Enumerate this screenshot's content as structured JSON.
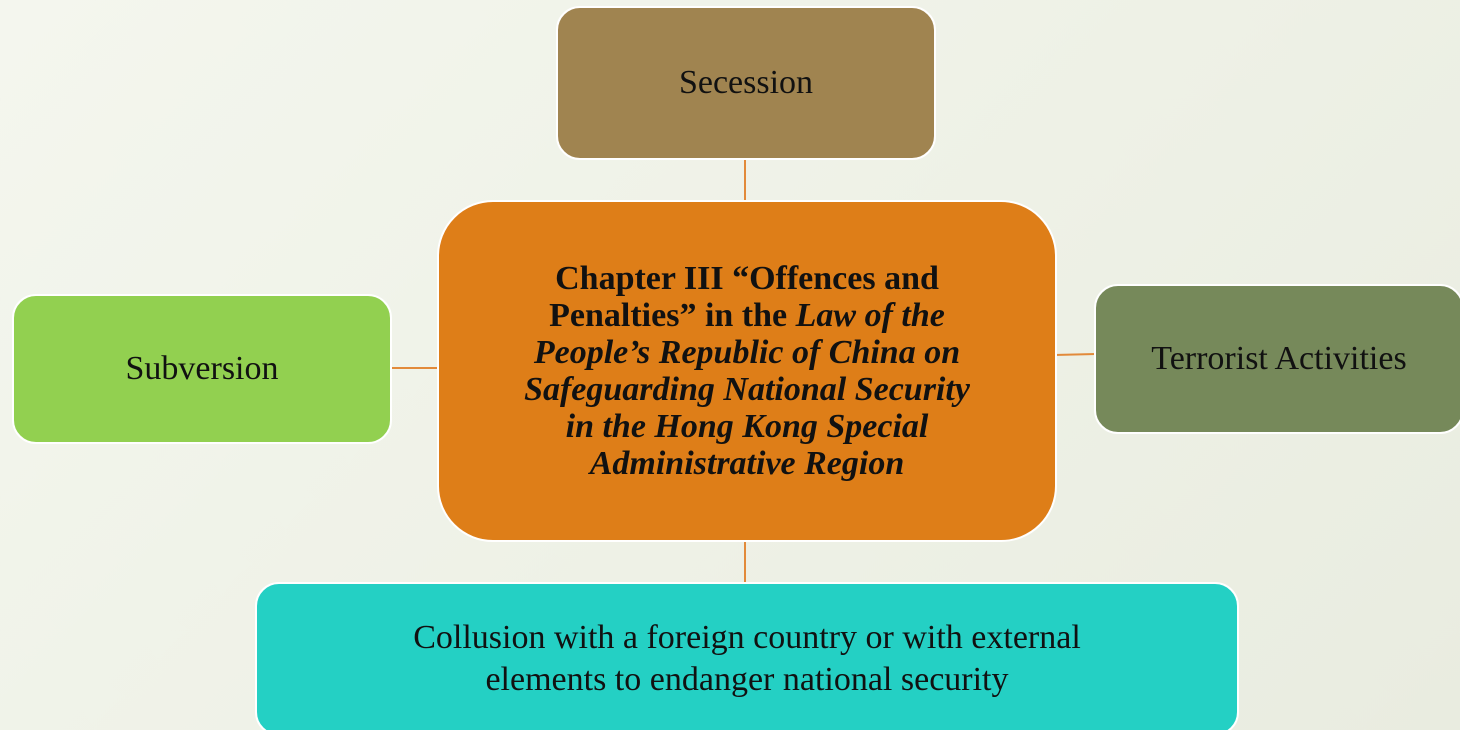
{
  "diagram": {
    "center": {
      "lines": [
        [
          {
            "text": "Chapter III “Offences and",
            "italic": false
          }
        ],
        [
          {
            "text": "Penalties” in the ",
            "italic": false
          },
          {
            "text": "Law of the",
            "italic": true
          }
        ],
        [
          {
            "text": "People’s Republic of China on",
            "italic": true
          }
        ],
        [
          {
            "text": "Safeguarding National Security",
            "italic": true
          }
        ],
        [
          {
            "text": "in the Hong Kong Special",
            "italic": true
          }
        ],
        [
          {
            "text": "Administrative Region",
            "italic": true
          }
        ]
      ],
      "color": "#de7e18"
    },
    "top": {
      "label": "Secession",
      "color": "#a08450"
    },
    "left": {
      "label": "Subversion",
      "color": "#92d050"
    },
    "right": {
      "label": "Terrorist Activities",
      "color": "#76895a"
    },
    "bottom": {
      "line1": "Collusion with a foreign country or with external",
      "line2": "elements to endanger national security",
      "color": "#24d0c4"
    },
    "connector_color": "#e28a3a"
  }
}
